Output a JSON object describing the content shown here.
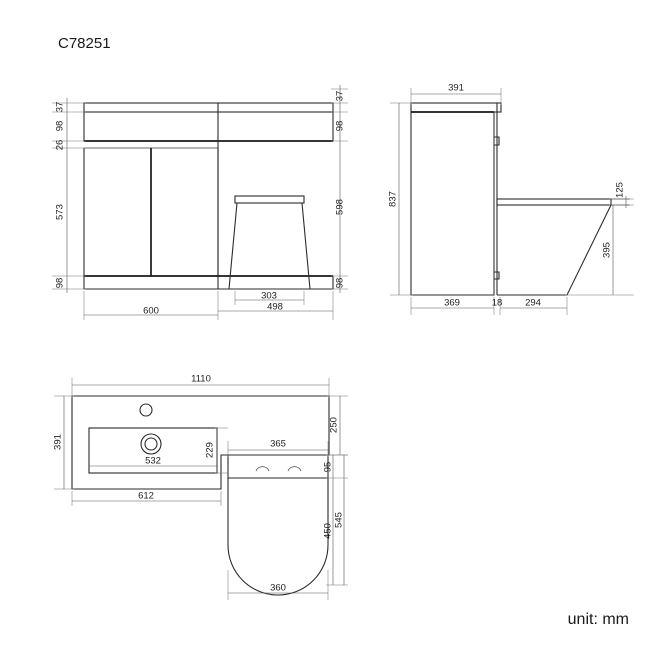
{
  "document": {
    "title": "C78251",
    "unit_note": "unit: mm",
    "background_color": "#ffffff",
    "line_color": "#2b2b2b",
    "dimension_line_color": "#555555"
  },
  "views": {
    "front_elevation": {
      "name": "front-elevation",
      "dimensions": {
        "left_top_cap": "37",
        "left_upper_panel": "98",
        "left_drawer_gap": "26",
        "left_door_height": "573",
        "left_plinth": "98",
        "right_top_cap": "37",
        "right_upper_panel": "98",
        "right_body": "598",
        "right_plinth": "98",
        "bottom_cabinet_width": "600",
        "bottom_toilet_top_width": "303",
        "bottom_toilet_section_width": "498"
      }
    },
    "side_elevation": {
      "name": "side-elevation",
      "dimensions": {
        "top_depth": "391",
        "overall_height": "837",
        "seat_thickness": "125",
        "pan_height": "395",
        "cabinet_depth": "369",
        "divider_thickness": "18",
        "pan_depth": "294"
      }
    },
    "plan_view": {
      "name": "plan-view",
      "dimensions": {
        "overall_width": "1110",
        "basin_depth": "391",
        "worktop_rear_depth": "250",
        "bowl_inner_depth": "229",
        "bowl_inner_width": "532",
        "basin_top_width": "612",
        "toilet_zone_width": "365",
        "cistern_offset": "95",
        "toilet_total_depth": "545",
        "pan_length": "450",
        "pan_width": "360"
      }
    }
  }
}
